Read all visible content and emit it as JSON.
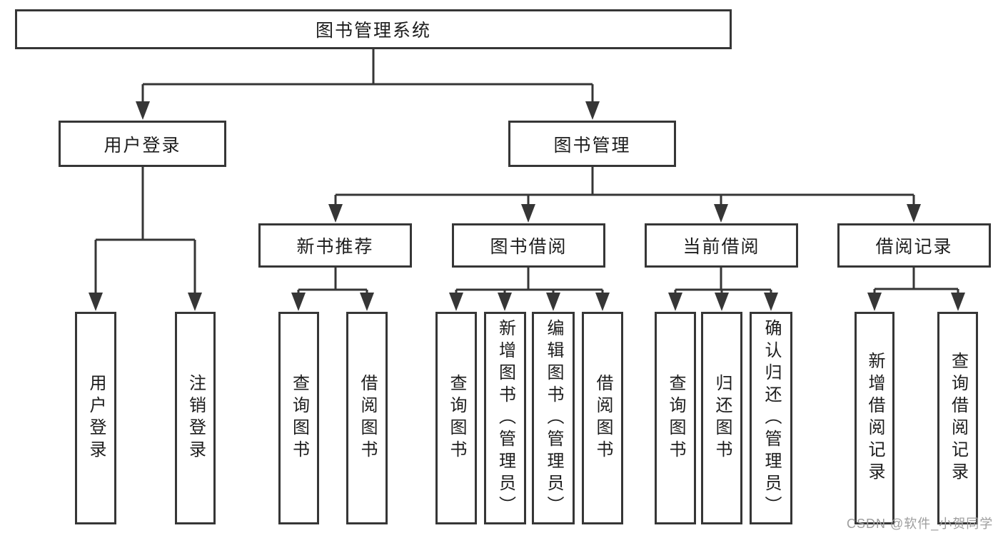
{
  "colors": {
    "line": "#363636",
    "box_background": "#ffffff",
    "text": "#1d1d1d",
    "watermark": "#9d9d9d"
  },
  "watermark": "CSDN @软件_小贺同学",
  "tree": {
    "root": {
      "label": "图书管理系统"
    },
    "level2": [
      {
        "id": "user-login",
        "label": "用户登录"
      },
      {
        "id": "book-management",
        "label": "图书管理"
      }
    ],
    "level3": [
      {
        "id": "new-book-recommendation",
        "parent": "book-management",
        "label": "新书推荐"
      },
      {
        "id": "book-borrowing",
        "parent": "book-management",
        "label": "图书借阅"
      },
      {
        "id": "current-borrowing",
        "parent": "book-management",
        "label": "当前借阅"
      },
      {
        "id": "borrowing-records",
        "parent": "book-management",
        "label": "借阅记录"
      }
    ],
    "leaves": [
      {
        "parent": "user-login",
        "label": "用户登录"
      },
      {
        "parent": "user-login",
        "label": "注销登录"
      },
      {
        "parent": "new-book-recommendation",
        "label": "查询图书"
      },
      {
        "parent": "new-book-recommendation",
        "label": "借阅图书"
      },
      {
        "parent": "book-borrowing",
        "label": "查询图书"
      },
      {
        "parent": "book-borrowing",
        "label": "新增图书（管理员）"
      },
      {
        "parent": "book-borrowing",
        "label": "编辑图书（管理员）"
      },
      {
        "parent": "book-borrowing",
        "label": "借阅图书"
      },
      {
        "parent": "current-borrowing",
        "label": "查询图书"
      },
      {
        "parent": "current-borrowing",
        "label": "归还图书"
      },
      {
        "parent": "current-borrowing",
        "label": "确认归还（管理员）"
      },
      {
        "parent": "borrowing-records",
        "label": "新增借阅记录"
      },
      {
        "parent": "borrowing-records",
        "label": "查询借阅记录"
      }
    ]
  }
}
